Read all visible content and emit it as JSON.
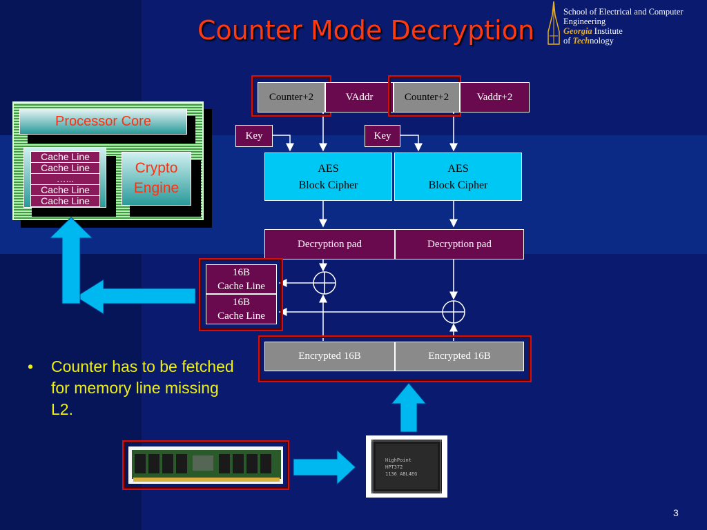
{
  "title": "Counter Mode Decryption",
  "logo": {
    "line1": "School of Electrical and Computer",
    "line2": "Engineering",
    "line3a": "Georgia",
    "line3b": " Institute",
    "line4a": "of ",
    "line4b": "Tech",
    "line4c": "nology"
  },
  "processor": {
    "core_label": "Processor Core",
    "cache_lines": [
      "Cache Line",
      "Cache Line",
      "…...",
      "Cache Line",
      "Cache Line"
    ],
    "crypto_line1": "Crypto",
    "crypto_line2": "Engine"
  },
  "top_row": {
    "left_counter": "Counter+2",
    "left_addr": "VAddr",
    "right_counter": "Counter+2",
    "right_addr": "Vaddr+2"
  },
  "key_label": "Key",
  "aes": {
    "line1": "AES",
    "line2": "Block Cipher"
  },
  "pad_label": "Decryption pad",
  "cache_block": {
    "line1": "16B",
    "line2": "Cache Line"
  },
  "encrypted_label": "Encrypted 16B",
  "bullet": "Counter has to be fetched  for memory line missing L2.",
  "page_number": "3",
  "colors": {
    "title": "#ff3a10",
    "bullet": "#f0f010",
    "purple_box": "#6a0a4e",
    "cyan_box": "#00c8f4",
    "arrow": "#00b8f0",
    "red_frame": "#d01010"
  }
}
